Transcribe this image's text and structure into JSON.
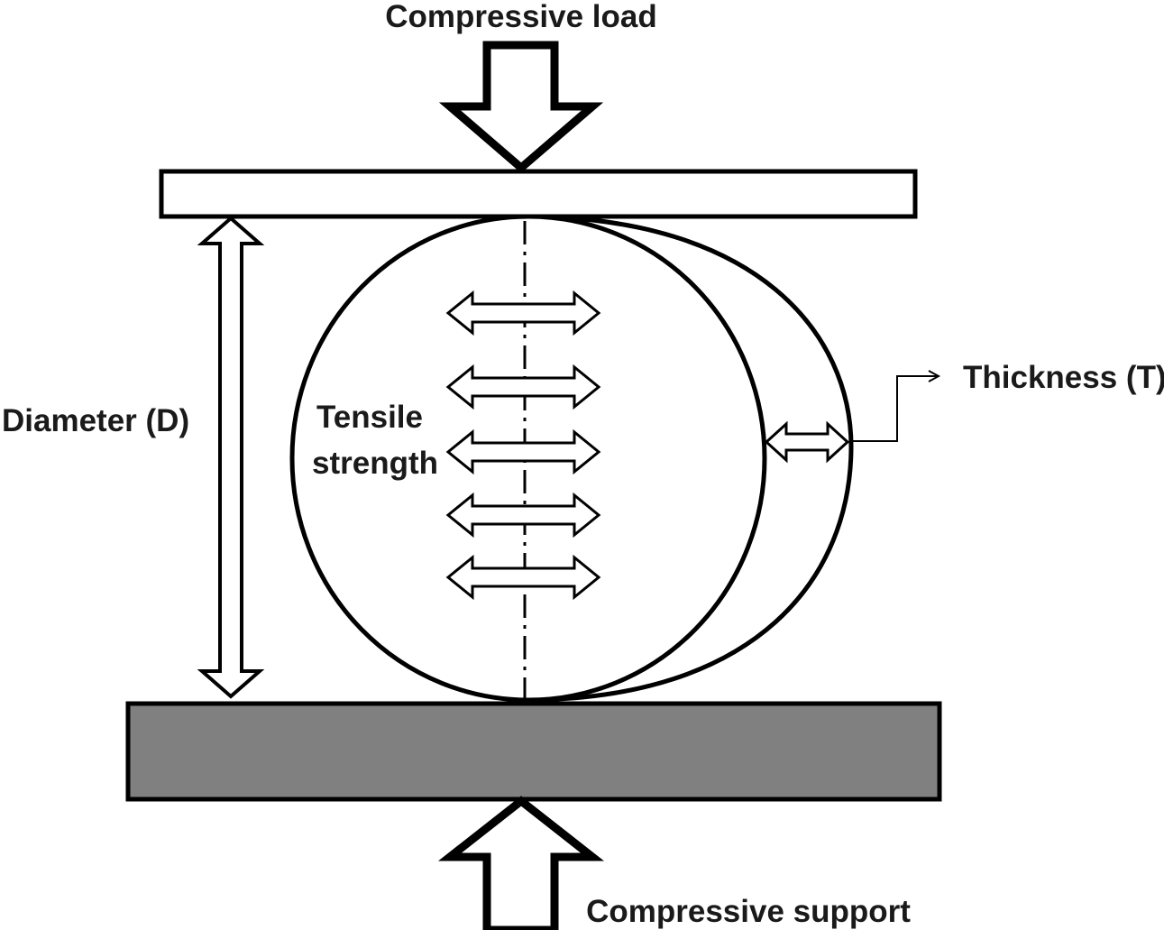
{
  "diagram": {
    "labels": {
      "compressive_load": "Compressive load",
      "compressive_support": "Compressive support",
      "diameter": "Diameter (D)",
      "thickness": "Thickness (T)",
      "tensile_line1": "Tensile",
      "tensile_line2": "strength"
    },
    "colors": {
      "stroke": "#000000",
      "upper_platen_fill": "#ffffff",
      "lower_platen_fill": "#808080",
      "background": "#ffffff"
    },
    "tensile_arrow_count": 5
  }
}
